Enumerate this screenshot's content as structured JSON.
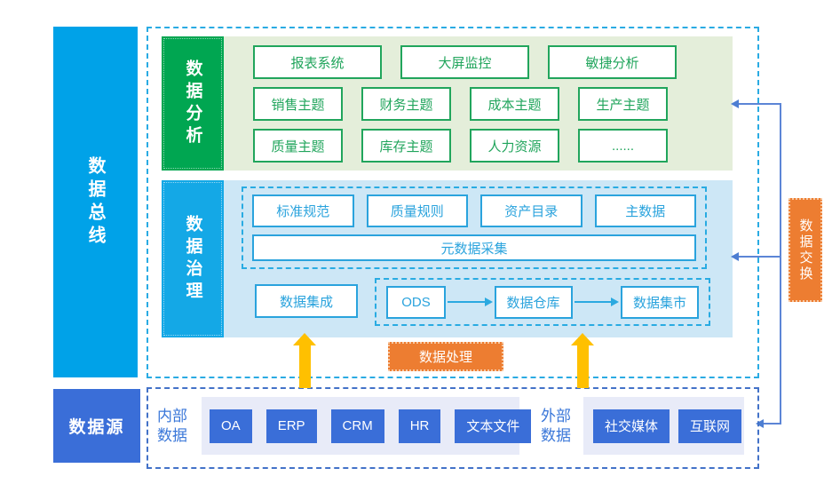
{
  "colors": {
    "cyan": "#00a2e8",
    "cyan_panel": "#cde7f6",
    "cyan_box_border": "#2aa3dd",
    "green": "#00a651",
    "green_panel": "#e4eeda",
    "green_box_border": "#21a55c",
    "royal_blue": "#3a6ed8",
    "royal_dashed_border": "#4372c8",
    "orange": "#ed7d31",
    "gold_arrow": "#ffc000",
    "connector_blue": "#5c85d6",
    "lavender_strip": "#e8ebf8"
  },
  "bus": {
    "label": "数据总线"
  },
  "analysis": {
    "label": "数据分析",
    "row1": [
      "报表系统",
      "大屏监控",
      "敏捷分析"
    ],
    "row2": [
      "销售主题",
      "财务主题",
      "成本主题",
      "生产主题"
    ],
    "row3": [
      "质量主题",
      "库存主题",
      "人力资源",
      "......"
    ]
  },
  "governance": {
    "label": "数据治理",
    "standards": [
      "标准规范",
      "质量规则",
      "资产目录",
      "主数据"
    ],
    "metadata_label": "元数据采集",
    "integration_label": "数据集成",
    "flow": [
      "ODS",
      "数据仓库",
      "数据集市"
    ]
  },
  "processing": {
    "label": "数据处理"
  },
  "exchange": {
    "label": "数据交换"
  },
  "source": {
    "label": "数据源",
    "internal_label": "内部数据",
    "internal_items": [
      "OA",
      "ERP",
      "CRM",
      "HR",
      "文本文件"
    ],
    "external_label": "外部数据",
    "external_items": [
      "社交媒体",
      "互联网"
    ]
  }
}
